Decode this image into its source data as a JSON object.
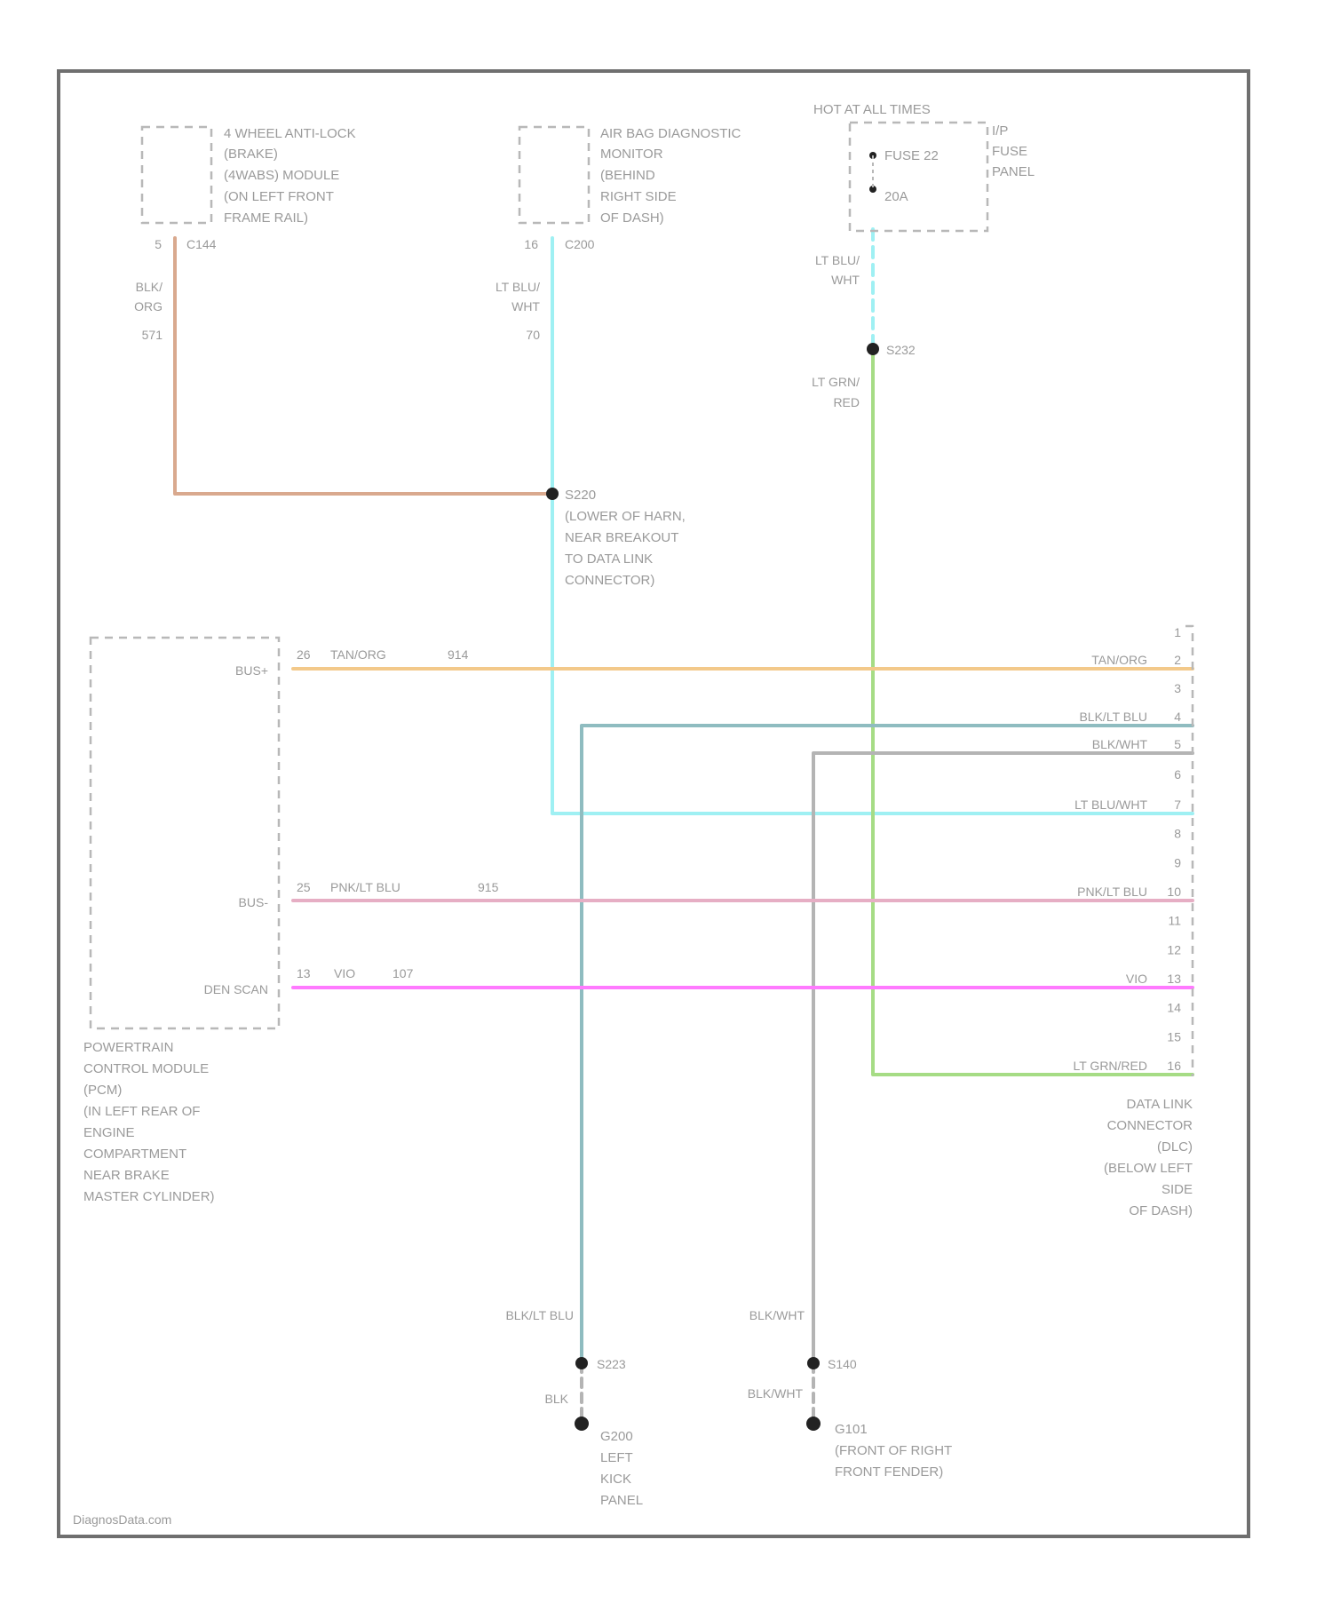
{
  "title": "",
  "colors": {
    "tan_org": "#f3c98a",
    "brn_org": "#d9a98e",
    "lt_blu_wht": "#9ff0f3",
    "lt_grn_red": "#a6dc85",
    "blk_lt_blu": "#8fbcc0",
    "blk_wht": "#b4b4b4",
    "pnk_lt_blu": "#e6aec4",
    "vio": "#ff7aff"
  },
  "components": {
    "abs_module": {
      "label": [
        "4 WHEEL ANTI-LOCK",
        "(BRAKE)",
        "(4WABS) MODULE",
        "(ON LEFT FRONT",
        "FRAME RAIL)"
      ],
      "pin": "5",
      "connector": "C144",
      "wire_color": [
        "BLK/",
        "ORG"
      ],
      "circuit": "571"
    },
    "airbag_monitor": {
      "label": [
        "AIR BAG DIAGNOSTIC",
        "MONITOR",
        "(BEHIND",
        "RIGHT SIDE",
        "OF DASH)"
      ],
      "pin": "16",
      "connector": "C200",
      "wire_color": [
        "LT BLU/",
        "WHT"
      ],
      "circuit": "70"
    },
    "fuse_panel": {
      "hot_label": "HOT AT ALL TIMES",
      "fuse": "FUSE 22",
      "rating": "20A",
      "panel_label": [
        "I/P",
        "FUSE",
        "PANEL"
      ],
      "wire_color": [
        "LT BLU/",
        "WHT"
      ]
    },
    "splice_s232": {
      "id": "S232",
      "wire_color": [
        "LT GRN/",
        "RED"
      ]
    },
    "splice_s220": {
      "id": "S220",
      "desc": [
        "(LOWER OF HARN,",
        "NEAR BREAKOUT",
        "TO DATA LINK",
        "CONNECTOR)"
      ]
    },
    "pcm": {
      "pins": [
        {
          "name": "BUS+",
          "pin": "26",
          "color": "TAN/ORG",
          "circuit": "914"
        },
        {
          "name": "BUS-",
          "pin": "25",
          "color": "PNK/LT BLU",
          "circuit": "915"
        },
        {
          "name": "DEN SCAN",
          "pin": "13",
          "color": "VIO",
          "circuit": "107"
        }
      ],
      "label": [
        "POWERTRAIN",
        "CONTROL MODULE",
        "(PCM)",
        "(IN LEFT REAR OF",
        "ENGINE",
        "COMPARTMENT",
        "NEAR BRAKE",
        "MASTER CYLINDER)"
      ]
    },
    "dlc": {
      "pins": [
        "1",
        "2",
        "3",
        "4",
        "5",
        "6",
        "7",
        "8",
        "9",
        "10",
        "11",
        "12",
        "13",
        "14",
        "15",
        "16"
      ],
      "wire_labels": [
        {
          "pin": "2",
          "color": "TAN/ORG"
        },
        {
          "pin": "4",
          "color": "BLK/LT BLU"
        },
        {
          "pin": "5",
          "color": "BLK/WHT"
        },
        {
          "pin": "7",
          "color": "LT BLU/WHT"
        },
        {
          "pin": "10",
          "color": "PNK/LT BLU"
        },
        {
          "pin": "13",
          "color": "VIO"
        },
        {
          "pin": "16",
          "color": "LT GRN/RED"
        }
      ],
      "label": [
        "DATA LINK",
        "CONNECTOR",
        "(DLC)",
        "(BELOW LEFT",
        "SIDE",
        "OF DASH)"
      ]
    },
    "ground_left": {
      "wire_color": "BLK/LT BLU",
      "splice": "S223",
      "lower_wire": "BLK",
      "ground": "G200",
      "desc": [
        "LEFT",
        "KICK",
        "PANEL"
      ]
    },
    "ground_right": {
      "wire_color": "BLK/WHT",
      "splice": "S140",
      "lower_wire": "BLK/WHT",
      "ground": "G101",
      "desc": [
        "(FRONT OF RIGHT",
        "FRONT FENDER)"
      ]
    }
  },
  "footer": "DiagnosData.com"
}
